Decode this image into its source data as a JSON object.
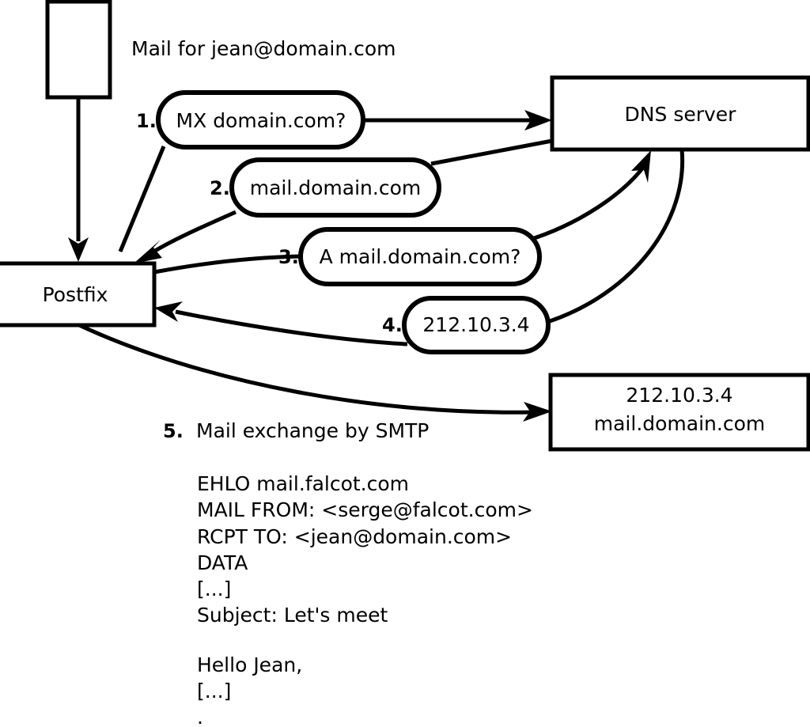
{
  "diagram": {
    "title_caption": "Mail for jean@domain.com",
    "nodes": {
      "sender_box": {
        "label": ""
      },
      "postfix": {
        "label": "Postfix"
      },
      "dns_server": {
        "label": "DNS server"
      },
      "destination": {
        "line1": "212.10.3.4",
        "line2": "mail.domain.com"
      }
    },
    "steps": [
      {
        "number": "1.",
        "label": "MX domain.com?"
      },
      {
        "number": "2.",
        "label": "mail.domain.com"
      },
      {
        "number": "3.",
        "label": "A mail.domain.com?"
      },
      {
        "number": "4.",
        "label": "212.10.3.4"
      }
    ],
    "step5": {
      "number": "5.",
      "label": "Mail exchange by SMTP"
    },
    "smtp_transcript": [
      "EHLO mail.falcot.com",
      "MAIL FROM: <serge@falcot.com>",
      "RCPT TO: <jean@domain.com>",
      "DATA",
      "[...]",
      "Subject: Let's meet",
      "",
      "Hello Jean,",
      "[...]",
      "."
    ],
    "colors": {
      "stroke": "#000000",
      "fill": "#ffffff"
    }
  }
}
